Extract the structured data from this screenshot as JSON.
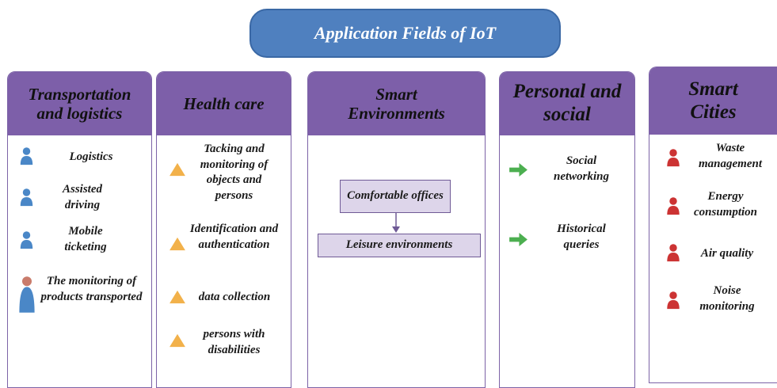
{
  "title": "Application Fields of IoT",
  "colors": {
    "title_bg": "#4f80bf",
    "header_bg": "#7d5fa9",
    "box_bg": "#ddd5ea",
    "blue_person": "#4a87c7",
    "red_person": "#cc3333",
    "warning": "#f2b14a",
    "arrow": "#4caf50"
  },
  "columns": [
    {
      "title": "Transportation and logistics",
      "items": [
        {
          "text": "Logistics",
          "icon": "person-blue-icon"
        },
        {
          "text": "Assisted driving",
          "icon": "person-blue-icon"
        },
        {
          "text": "Mobile ticketing",
          "icon": "person-blue-icon"
        },
        {
          "text": "The monitoring of products transported",
          "icon": "person-tall-icon"
        }
      ]
    },
    {
      "title": "Health care",
      "items": [
        {
          "text": "Tacking and monitoring of objects and persons",
          "icon": "warning-icon"
        },
        {
          "text": "Identification and authentication",
          "icon": "warning-icon"
        },
        {
          "text": "data collection",
          "icon": "warning-icon"
        },
        {
          "text": "persons with disabilities",
          "icon": "warning-icon"
        }
      ]
    },
    {
      "title": "Smart Environments",
      "items": [
        {
          "text": "Comfortable offices",
          "icon": null
        },
        {
          "text": "Leisure environments",
          "icon": null
        }
      ]
    },
    {
      "title": "Personal and social",
      "items": [
        {
          "text": "Social networking",
          "icon": "arrow-right-icon"
        },
        {
          "text": "Historical queries",
          "icon": "arrow-right-icon"
        }
      ]
    },
    {
      "title": "Smart Cities",
      "items": [
        {
          "text": "Waste management",
          "icon": "person-red-icon"
        },
        {
          "text": "Energy consumption",
          "icon": "person-red-icon"
        },
        {
          "text": "Air quality",
          "icon": "person-red-icon"
        },
        {
          "text": "Noise monitoring",
          "icon": "person-red-icon"
        }
      ]
    }
  ]
}
